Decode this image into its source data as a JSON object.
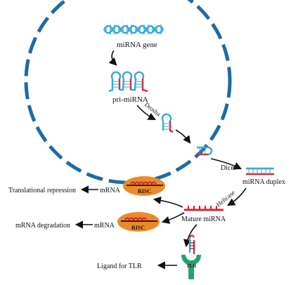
{
  "labels": {
    "mirna_gene": "miRNA gene",
    "pri_mirna": "pri-miRNA",
    "drosha": "Drosha",
    "dicer": "Dicer",
    "mirna_duplex": "miRNA duplex",
    "helicase": "Helicase",
    "mature_mirna": "Mature miRNA",
    "translational_repression": "Translational repression",
    "mrna_top": "mRNA",
    "risc_top": "RISC",
    "mrna_degradation": "mRNA degradation",
    "mrna_bottom": "mRNA",
    "risc_bottom": "RISC",
    "ligand_for_tlr": "Ligand for TLR",
    "tlr": "TLR"
  },
  "colors": {
    "nucleus_dash": "#1e6aa8",
    "dna_blue": "#35a8d9",
    "rna_red": "#d8242b",
    "risc_orange": "#ec8a2a",
    "tlr_green": "#22a46e",
    "arrow": "#111111"
  }
}
